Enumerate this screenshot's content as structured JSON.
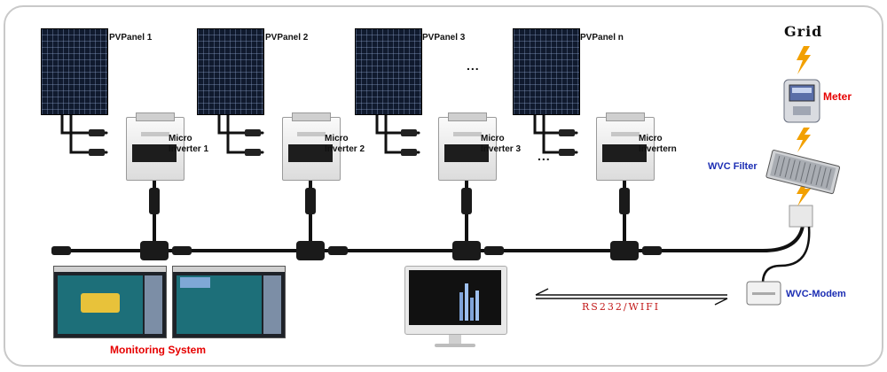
{
  "pv_panels": [
    {
      "label": "PVPanel 1"
    },
    {
      "label": "PVPanel 2"
    },
    {
      "label": "PVPanel 3"
    },
    {
      "label": "PVPanel n"
    }
  ],
  "micro_inverters": [
    {
      "line1": "Micro",
      "line2": "Inverter 1"
    },
    {
      "line1": "Micro",
      "line2": "Inverter 2"
    },
    {
      "line1": "Micro",
      "line2": "Inverter 3"
    },
    {
      "line1": "Micro",
      "line2": "Invertern"
    }
  ],
  "ellipsis_top": "...",
  "ellipsis_bottom": "...",
  "grid_label": "Grid",
  "meter_label": "Meter",
  "wvc_filter_label": "WVC Filter",
  "wvc_modem_label": "WVC-Modem",
  "comm_label": "RS232/WIFI",
  "monitoring_label": "Monitoring System",
  "colors": {
    "red_labels": "#e60000",
    "blue_labels": "#1b2db3",
    "lightning": "#f2a000"
  }
}
